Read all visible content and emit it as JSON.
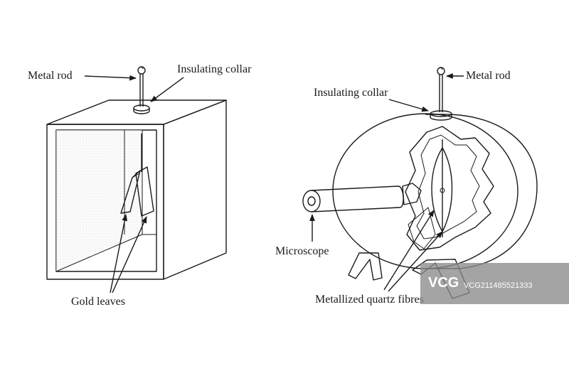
{
  "electroscope": {
    "labels": {
      "metal_rod": "Metal rod",
      "insulating_collar": "Insulating collar",
      "gold_leaves": "Gold leaves"
    }
  },
  "quartz_fibre_electroscope": {
    "labels": {
      "metal_rod": "Metal rod",
      "insulating_collar": "Insulating collar",
      "microscope": "Microscope",
      "metallized_quartz_fibres": "Metallized quartz fibres"
    }
  },
  "watermark": {
    "logo_text": "VCG",
    "id_text": "VCG211485521333",
    "color": "#8a8a8a"
  },
  "colors": {
    "ink": "#1a1a1a",
    "shade": "#cfcfcf",
    "background": "#ffffff"
  }
}
